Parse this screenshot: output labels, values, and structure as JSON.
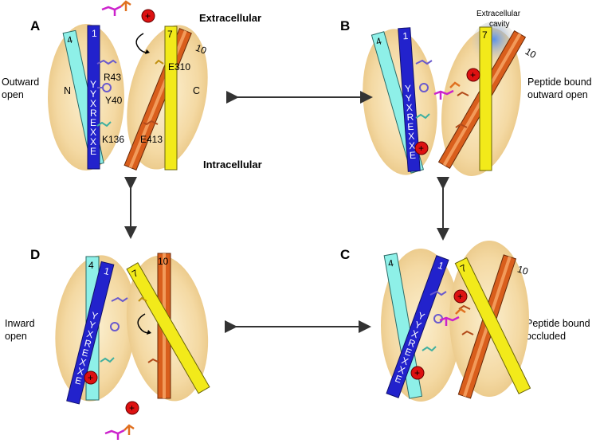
{
  "headers": {
    "extracellular": "Extracellular",
    "intracellular": "Intracellular",
    "extracellular_cavity": [
      "Extracellular",
      "cavity"
    ]
  },
  "panels": {
    "A": {
      "label": "A",
      "state": [
        "Outward",
        "open"
      ],
      "domain_labels": [
        "N",
        "C"
      ],
      "helix_numbers": [
        "4",
        "1",
        "7",
        "10"
      ],
      "motif": [
        "Y",
        "Y",
        "X",
        "R",
        "E",
        "X",
        "X",
        "E"
      ],
      "residues": [
        "R43",
        "Y40",
        "K136",
        "E310",
        "E413"
      ]
    },
    "B": {
      "label": "B",
      "state": [
        "Peptide bound",
        "outward open"
      ],
      "helix_numbers": [
        "4",
        "1",
        "7",
        "10"
      ],
      "motif": [
        "Y",
        "Y",
        "X",
        "R",
        "E",
        "X",
        "X",
        "E"
      ]
    },
    "C": {
      "label": "C",
      "state": [
        "Peptide bound",
        "occluded"
      ],
      "helix_numbers": [
        "4",
        "1",
        "7",
        "10"
      ],
      "motif": [
        "Y",
        "Y",
        "X",
        "R",
        "E",
        "X",
        "X",
        "E"
      ]
    },
    "D": {
      "label": "D",
      "state": [
        "Inward",
        "open"
      ],
      "helix_numbers": [
        "4",
        "1",
        "7",
        "10"
      ],
      "motif": [
        "Y",
        "Y",
        "X",
        "R",
        "E",
        "X",
        "X",
        "E"
      ]
    }
  },
  "proton_symbol": "+",
  "colors": {
    "domain": "#f4d9a3",
    "helix4": "#8ef0e8",
    "helix1": "#2222cc",
    "helix7": "#f2ea1a",
    "helix10": "#d95e1c",
    "proton": "#dd1111",
    "cavity": "#6ea6f0",
    "peptide_magenta": "#cc22cc",
    "peptide_orange": "#e07020"
  }
}
